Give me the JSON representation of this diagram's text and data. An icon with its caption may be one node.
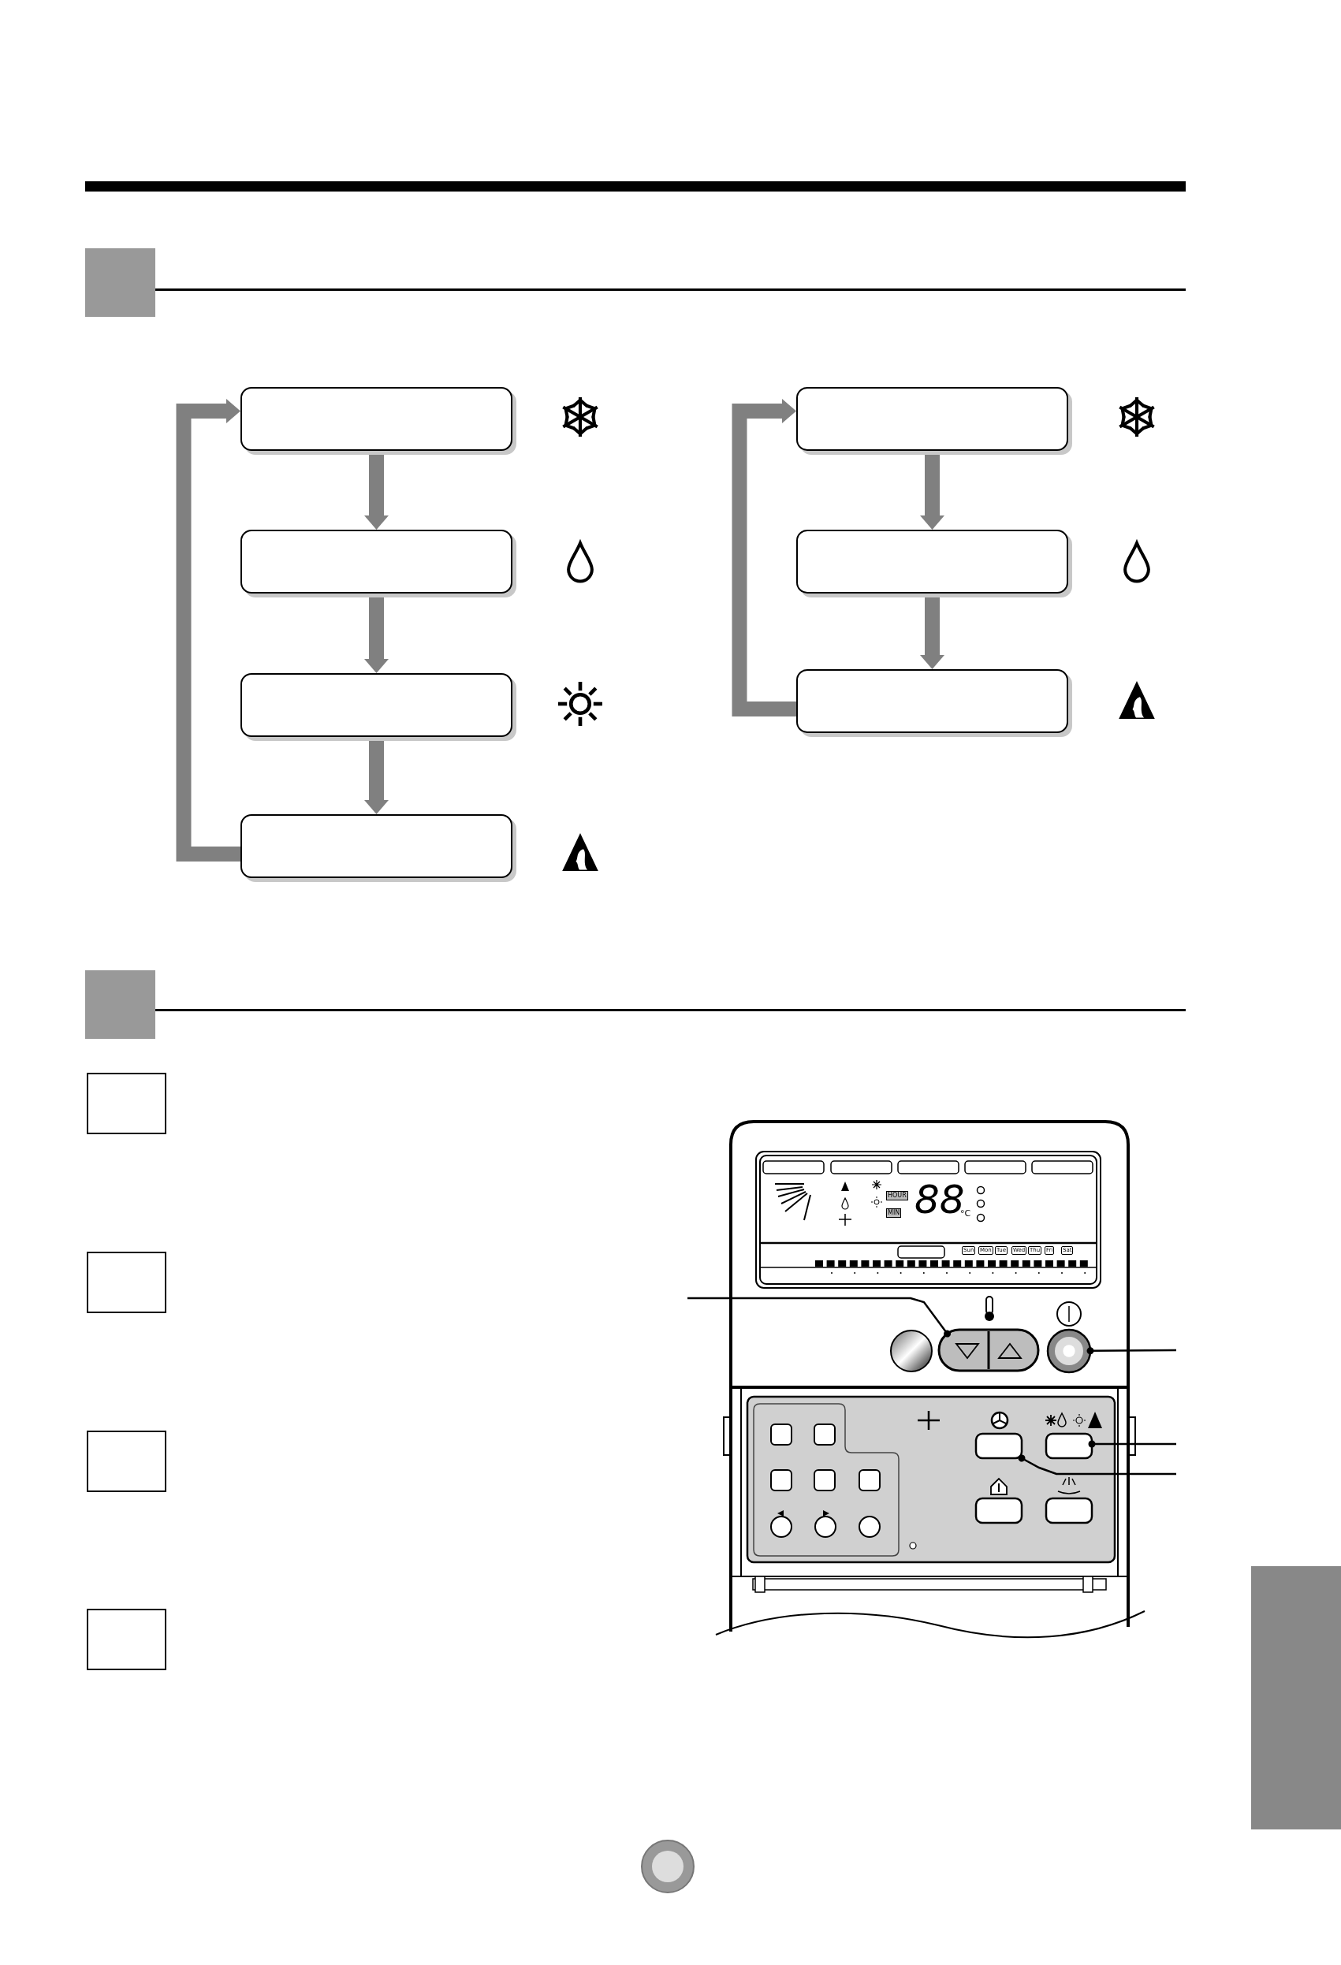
{
  "diagram": {
    "nodes": [
      {
        "text": [],
        "shape": "box"
      },
      {
        "text": [],
        "shape": "box"
      },
      {
        "text": [],
        "shape": "box"
      },
      {
        "text": [],
        "shape": "box"
      },
      {
        "text": [],
        "shape": "box"
      },
      {
        "text": [],
        "shape": "box"
      },
      {
        "text": [],
        "shape": "box"
      },
      {
        "text": [],
        "shape": "button"
      },
      {
        "text": [],
        "shape": "circle"
      },
      {
        "text": [],
        "shape": "button"
      },
      {
        "text": [],
        "shape": "button"
      },
      {
        "text": [],
        "shape": "box"
      },
      {
        "text": [],
        "shape": "box"
      },
      {
        "text": [],
        "shape": "box"
      },
      {
        "text": [],
        "shape": "box"
      },
      {
        "text": [],
        "shape": "box"
      },
      {
        "text": [],
        "shape": "box"
      },
      {
        "text": [],
        "shape": "bar"
      }
    ],
    "edges": [
      {
        "from": 0,
        "to": 1,
        "arrow": "to"
      },
      {
        "from": 1,
        "to": 2,
        "arrow": "to"
      },
      {
        "from": 2,
        "to": 3,
        "arrow": "to"
      },
      {
        "from": 3,
        "to": 0,
        "arrow": "to"
      },
      {
        "from": 4,
        "to": 5,
        "arrow": "to"
      },
      {
        "from": 5,
        "to": 6,
        "arrow": "to"
      },
      {
        "from": 6,
        "to": 4,
        "arrow": "to"
      },
      {
        "from": null,
        "to": 7,
        "arrow": "other",
        "color": "#000000"
      },
      {
        "from": null,
        "to": 8,
        "arrow": "other",
        "color": "#000000"
      },
      {
        "from": null,
        "to": 10,
        "arrow": "other",
        "color": "#000000"
      },
      {
        "from": null,
        "to": 9,
        "arrow": "other",
        "color": "#000000"
      }
    ],
    "labels": [
      "HOUR",
      "88",
      "MIN",
      "°C",
      "Sun",
      "Mon",
      "Tue",
      "Wed",
      "Thu",
      "Fri",
      "Sat"
    ]
  }
}
